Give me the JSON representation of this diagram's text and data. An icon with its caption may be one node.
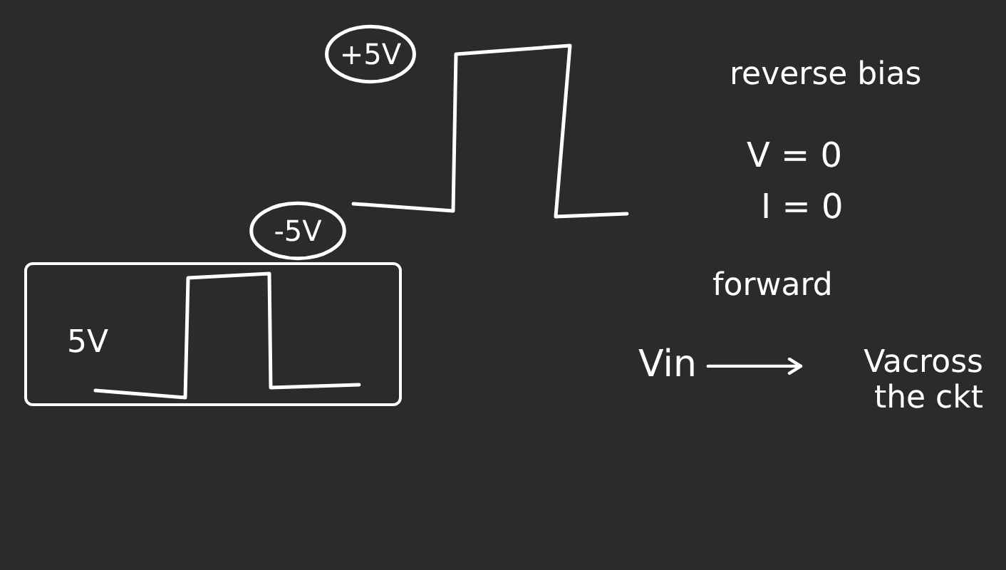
{
  "diagram": {
    "nodes": [
      {
        "text": [
          "+5V"
        ]
      },
      {
        "text": [
          "-5V"
        ]
      },
      {
        "text": [
          "5V"
        ]
      },
      {
        "text": [
          "Vin"
        ]
      },
      {
        "text": [
          "Vacross the ckt"
        ]
      }
    ],
    "edges": [
      {
        "from": 3,
        "to": 4,
        "arrow": "to"
      }
    ],
    "labels": [
      "reverse bias",
      "V = 0",
      "I = 0",
      "forward"
    ]
  }
}
